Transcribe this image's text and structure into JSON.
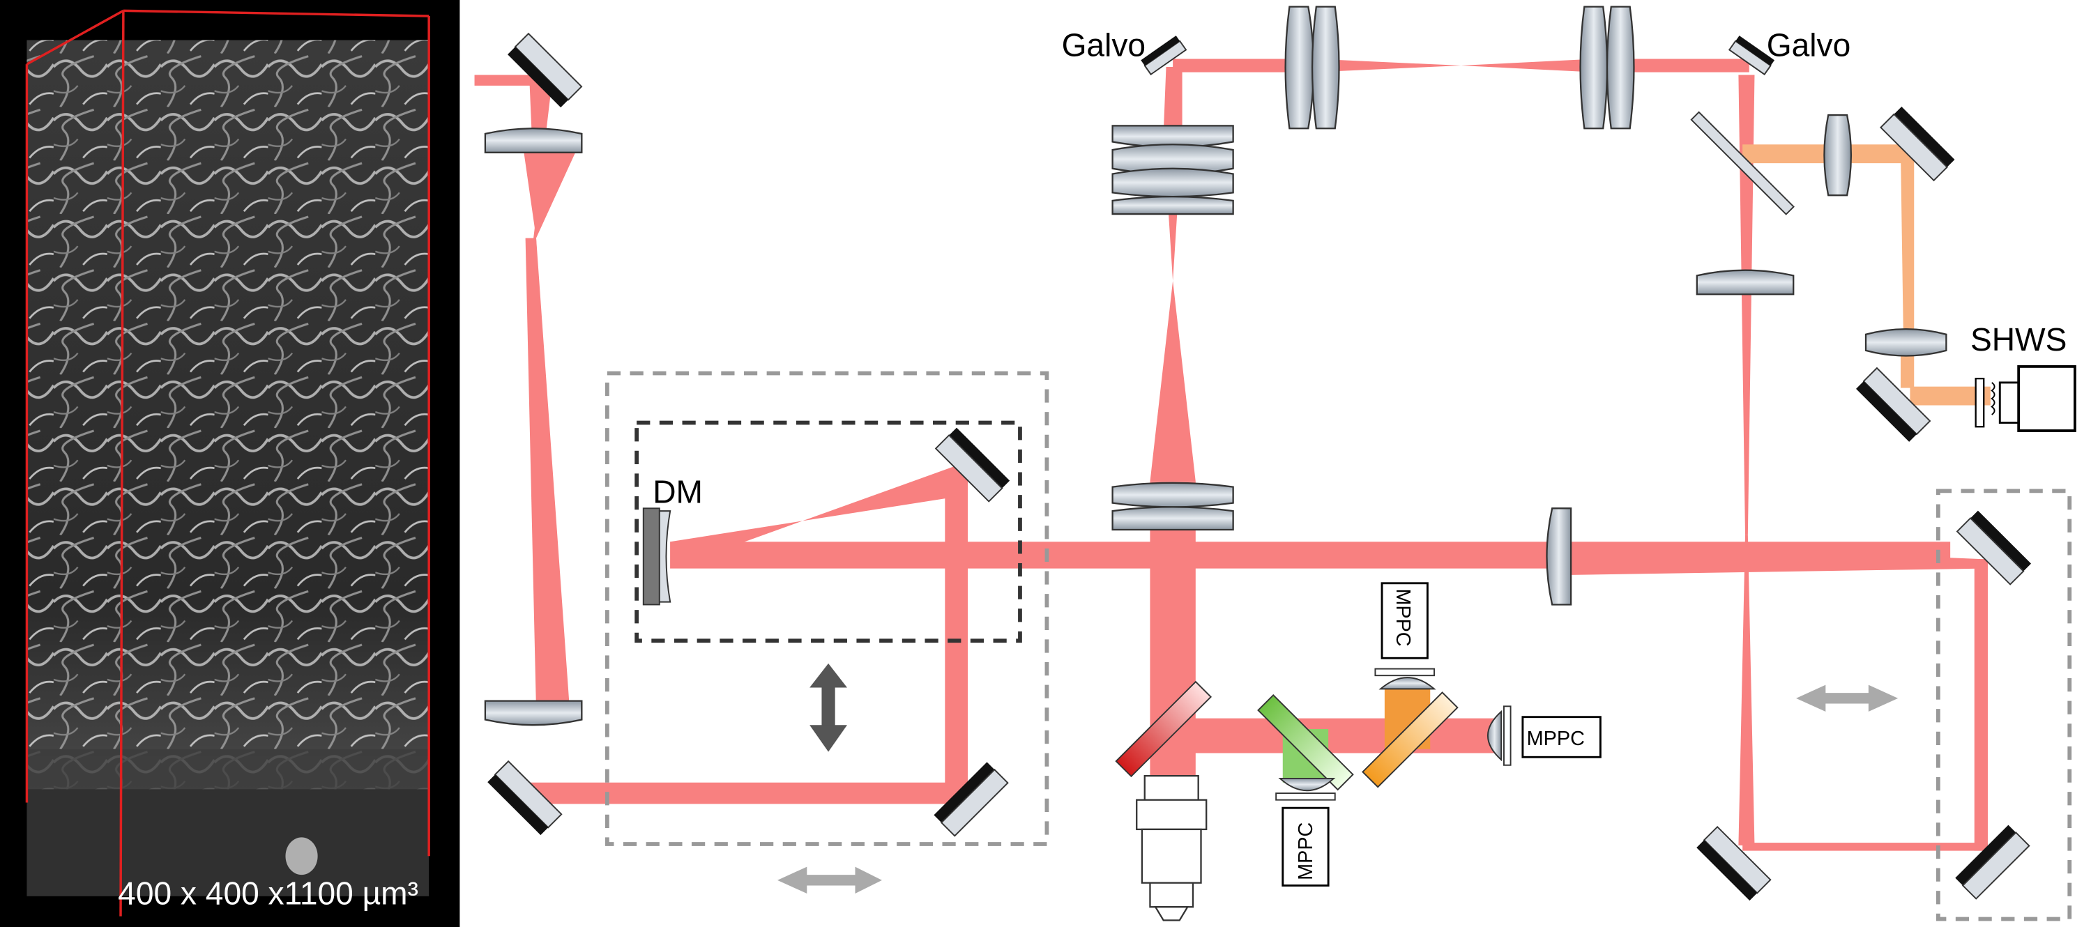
{
  "labels": {
    "galvo_left": "Galvo",
    "galvo_right": "Galvo",
    "shws": "SHWS",
    "dm": "DM",
    "mppc_top": "MPPC",
    "mppc_right": "MPPC",
    "mppc_bottom": "MPPC",
    "volume_caption": "400 x 400 x1100 µm³"
  },
  "colors": {
    "beam": "#f88080",
    "beam_orange": "#f8b27f",
    "green": "#8ad16a",
    "orange": "#f29a3a",
    "red_dichroic": "#e03030",
    "optic_fill": "#bfc8d2",
    "optic_stroke": "#333333",
    "mirror_black": "#111111",
    "dashed_gray": "#999999",
    "dashed_dark": "#333333",
    "arrow_gray": "#aaaaaa",
    "arrow_dark": "#555555",
    "volume_frame": "#e02020"
  }
}
